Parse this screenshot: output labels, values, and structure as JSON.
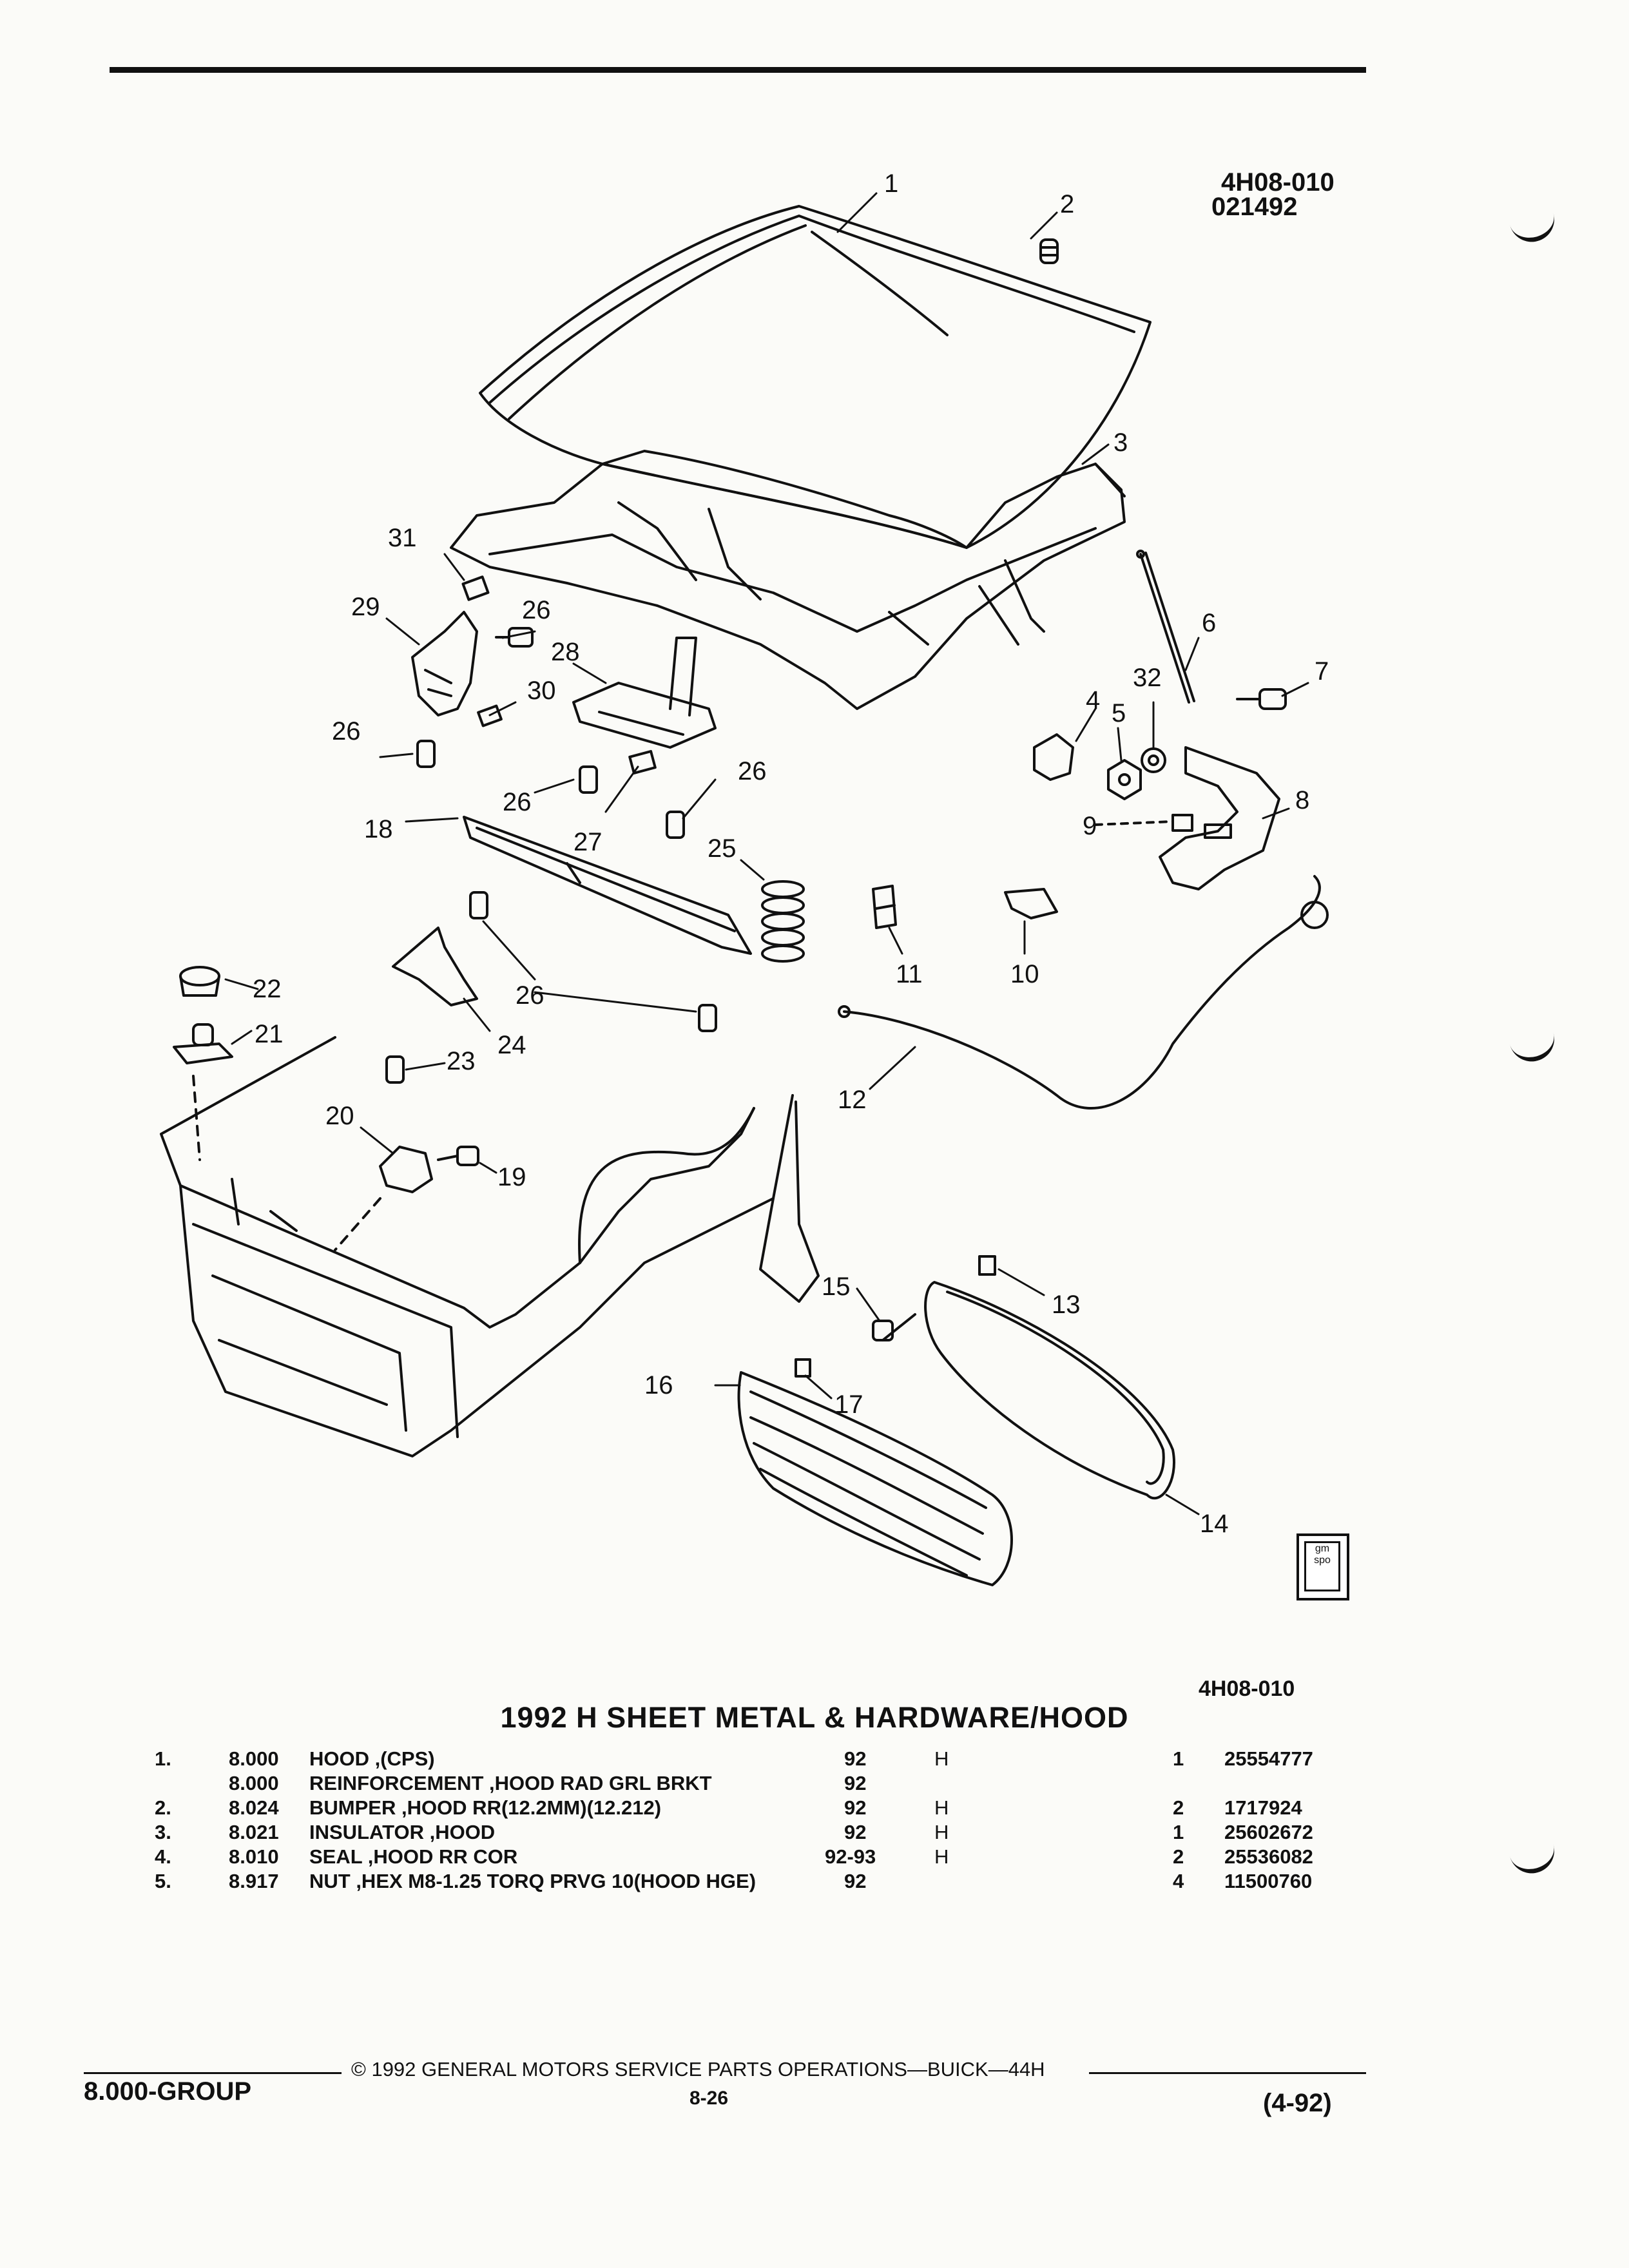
{
  "header": {
    "ref_code": "4H08-010",
    "date_code": "021492"
  },
  "diagram": {
    "callouts": [
      "1",
      "2",
      "3",
      "31",
      "29",
      "26",
      "28",
      "6",
      "30",
      "7",
      "4",
      "32",
      "5",
      "8",
      "26",
      "26",
      "9",
      "26",
      "18",
      "27",
      "25",
      "11",
      "10",
      "22",
      "26",
      "21",
      "24",
      "23",
      "12",
      "20",
      "19",
      "15",
      "13",
      "16",
      "17",
      "14"
    ],
    "logo_text": "gm spo"
  },
  "ref_bottom": "4H08-010",
  "title": "1992 H SHEET METAL & HARDWARE/HOOD",
  "parts": [
    {
      "num": "1.",
      "group": "8.000",
      "desc": "HOOD ,(CPS)",
      "year": "92",
      "model": "H",
      "qty": "1",
      "pn": "25554777"
    },
    {
      "num": "",
      "group": "8.000",
      "desc": "REINFORCEMENT ,HOOD RAD GRL BRKT",
      "year": "92",
      "model": "",
      "qty": "",
      "pn": ""
    },
    {
      "num": "2.",
      "group": "8.024",
      "desc": "BUMPER ,HOOD RR(12.2MM)(12.212)",
      "year": "92",
      "model": "H",
      "qty": "2",
      "pn": "1717924"
    },
    {
      "num": "3.",
      "group": "8.021",
      "desc": "INSULATOR ,HOOD",
      "year": "92",
      "model": "H",
      "qty": "1",
      "pn": "25602672"
    },
    {
      "num": "4.",
      "group": "8.010",
      "desc": "SEAL ,HOOD RR COR",
      "year": "92-93",
      "model": "H",
      "qty": "2",
      "pn": "25536082"
    },
    {
      "num": "5.",
      "group": "8.917",
      "desc": "NUT ,HEX M8-1.25 TORQ PRVG 10(HOOD HGE)",
      "year": "92",
      "model": "",
      "qty": "4",
      "pn": "11500760"
    }
  ],
  "footer": {
    "copyright": "© 1992 GENERAL MOTORS SERVICE PARTS OPERATIONS—BUICK—44H",
    "group": "8.000-GROUP",
    "page": "8-26",
    "date": "(4-92)"
  }
}
